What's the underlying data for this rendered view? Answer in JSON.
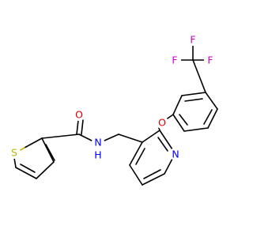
{
  "molecule": {
    "atoms": {
      "S": {
        "label": "S",
        "color": "#b8b800"
      },
      "O_carbonyl": {
        "label": "O",
        "color": "#e00000"
      },
      "N_amide": {
        "label": "N",
        "color": "#0000ee"
      },
      "H_amide": {
        "label": "H",
        "color": "#0000ee"
      },
      "O_ether": {
        "label": "O",
        "color": "#e00000"
      },
      "N_pyridine": {
        "label": "N",
        "color": "#0000ee"
      },
      "F1": {
        "label": "F",
        "color": "#cc00cc"
      },
      "F2": {
        "label": "F",
        "color": "#cc00cc"
      },
      "F3": {
        "label": "F",
        "color": "#cc00cc"
      }
    }
  }
}
